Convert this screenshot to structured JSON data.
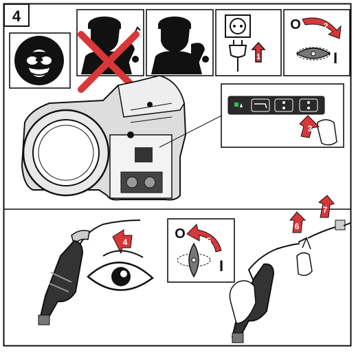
{
  "step": {
    "number": "4",
    "badges": [
      "1",
      "2",
      "3",
      "4",
      "5",
      "6",
      "7"
    ]
  },
  "panels": {
    "safety": {
      "icon": "safety-goggles-icon",
      "color": "#111111"
    },
    "wrong": {
      "icon": "cross-icon",
      "color": "#d8373a"
    },
    "right": {
      "icon": "person-with-torch-icon"
    },
    "plug": {
      "icon": "power-plug-icon"
    },
    "switch_on": {
      "icon": "main-switch-icon",
      "off_symbol": "O",
      "on_symbol": "I"
    },
    "switch_off": {
      "icon": "main-switch-icon",
      "off_symbol": "O",
      "on_symbol": "I"
    }
  },
  "control_panel": {
    "icons": [
      "led-icon",
      "gas-test-icon",
      "wire-feed-icon",
      "wire-retract-icon"
    ],
    "led_color": "#2fc24b"
  },
  "colors": {
    "accent": "#d8373a",
    "ink": "#111111",
    "panel_dark": "#2a2a2a"
  }
}
